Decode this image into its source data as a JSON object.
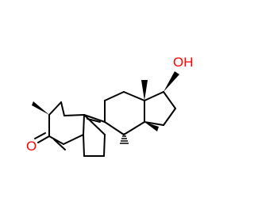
{
  "molecule": {
    "atom_labels": {
      "hydroxyl": "OH",
      "ketone_oxygen": "O"
    },
    "label_colors": {
      "oxygen": "#ff0000",
      "bond": "#000000"
    },
    "stereo_bond_style": {
      "wedge": "solid",
      "hash": "dashed"
    }
  }
}
